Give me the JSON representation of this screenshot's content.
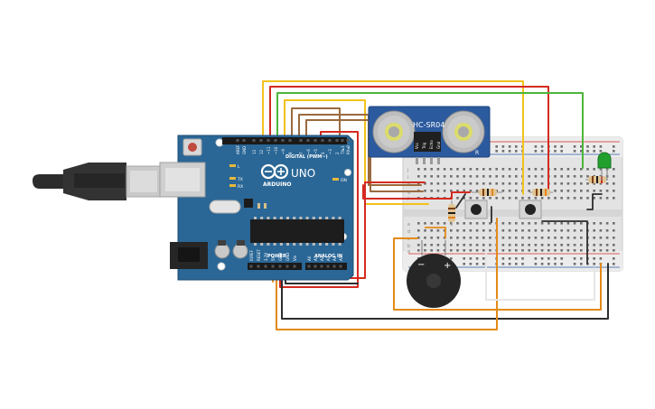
{
  "arduino": {
    "logo": "ARDUINO",
    "model": "UNO",
    "digital_header": "DIGITAL (PWM~)",
    "power_header": "POWER",
    "analog_header": "ANALOG IN",
    "on_label": "ON",
    "tx_label": "TX",
    "rx_label": "RX",
    "l_label": "L",
    "digital_pins": [
      "AREF",
      "GND",
      "13",
      "12",
      "~11",
      "~10",
      "~9",
      "8",
      "7",
      "~6",
      "~5",
      "4",
      "~3",
      "2",
      "TX▸1",
      "RX◂0"
    ],
    "power_pins": [
      "IOREF",
      "RESET",
      "3.3V",
      "5V",
      "GND",
      "GND",
      "Vin"
    ],
    "analog_pins": [
      "A0",
      "A1",
      "A2",
      "A3",
      "A4",
      "A5"
    ]
  },
  "sensor": {
    "model": "HC-SR04",
    "pins": [
      "Vcc",
      "Trig",
      "Echo",
      "Gnd"
    ],
    "mark": "R"
  },
  "breadboard": {
    "row_letters_top": [
      "j",
      "i",
      "h",
      "g",
      "f"
    ],
    "row_letters_bottom": [
      "e",
      "d",
      "c",
      "b",
      "a"
    ]
  },
  "colors": {
    "board": "#2a6796",
    "wire_red": "#d42a20",
    "wire_yellow": "#f2c21b",
    "wire_green": "#4db53a",
    "wire_brown": "#9a6a3e",
    "wire_orange": "#e38a17",
    "wire_black": "#2d2d2d",
    "wire_white": "#e6e6e6",
    "sensor_blue": "#2c5a9f",
    "led_green": "#22a02e"
  },
  "icons": [
    "usb-cable-icon",
    "push-button-icon",
    "buzzer-icon",
    "led-icon",
    "resistor-icon"
  ]
}
